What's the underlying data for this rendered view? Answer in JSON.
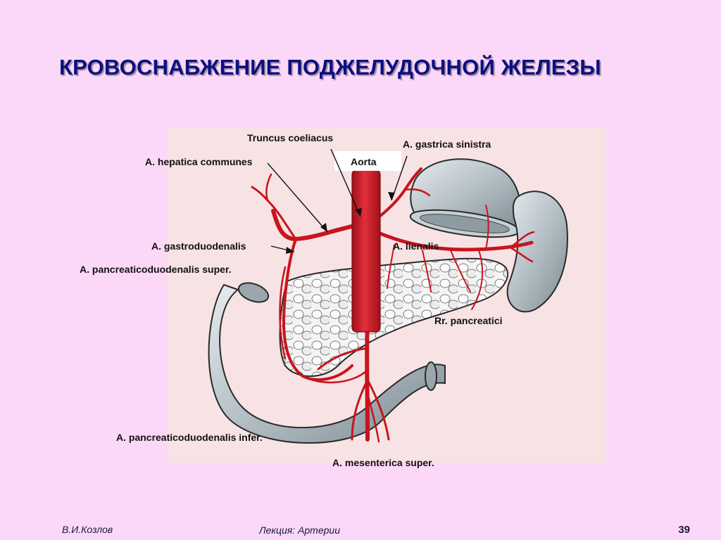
{
  "slide": {
    "title": "КРОВОСНАБЖЕНИЕ ПОДЖЕЛУДОЧНОЙ ЖЕЛЕЗЫ",
    "author": "В.И.Козлов",
    "lecture": "Лекция: Артерии",
    "page_number": "39"
  },
  "labels": {
    "truncus_coeliacus": "Truncus coeliacus",
    "aorta": "Aorta",
    "gastrica_sinistra": "A. gastrica sinistra",
    "hepatica_communes": "A. hepatica communes",
    "gastroduodenalis": "A. gastroduodenalis",
    "lienalis": "A. lienalis",
    "pancreaticoduodenalis_super": "A. pancreaticoduodenalis super.",
    "rr_pancreatici": "Rr. pancreatici",
    "pancreaticoduodenalis_infer": "A. pancreaticoduodenalis infer.",
    "mesenterica_super": "A. mesenterica super."
  },
  "colors": {
    "background": "#fcd8f8",
    "title": "#0a1180",
    "panel": "#f7e3e3",
    "artery": "#c8141e",
    "organ": "#b9c4cb",
    "organ_outline": "#2a2a2a",
    "pancreas": "#f2f2f2"
  }
}
